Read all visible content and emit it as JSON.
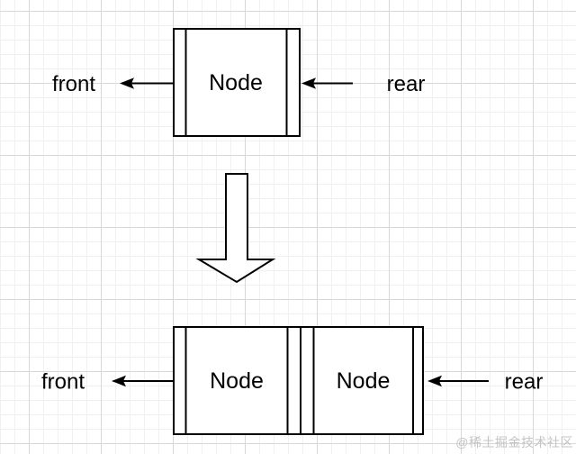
{
  "colors": {
    "stroke": "#000000",
    "shape_fill": "#ffffff",
    "grid_minor": "#f0f0f0",
    "grid_major": "#d8d8d8",
    "watermark": "#c4c4c4"
  },
  "icons": {
    "transition": "down-arrow",
    "front_pointer": "left-arrowhead",
    "rear_pointer": "left-arrowhead"
  },
  "top_state": {
    "front_label": "front",
    "rear_label": "rear",
    "node_label": "Node"
  },
  "bottom_state": {
    "front_label": "front",
    "rear_label": "rear",
    "nodes": [
      "Node",
      "Node"
    ]
  },
  "watermark": "@稀土掘金技术社区"
}
